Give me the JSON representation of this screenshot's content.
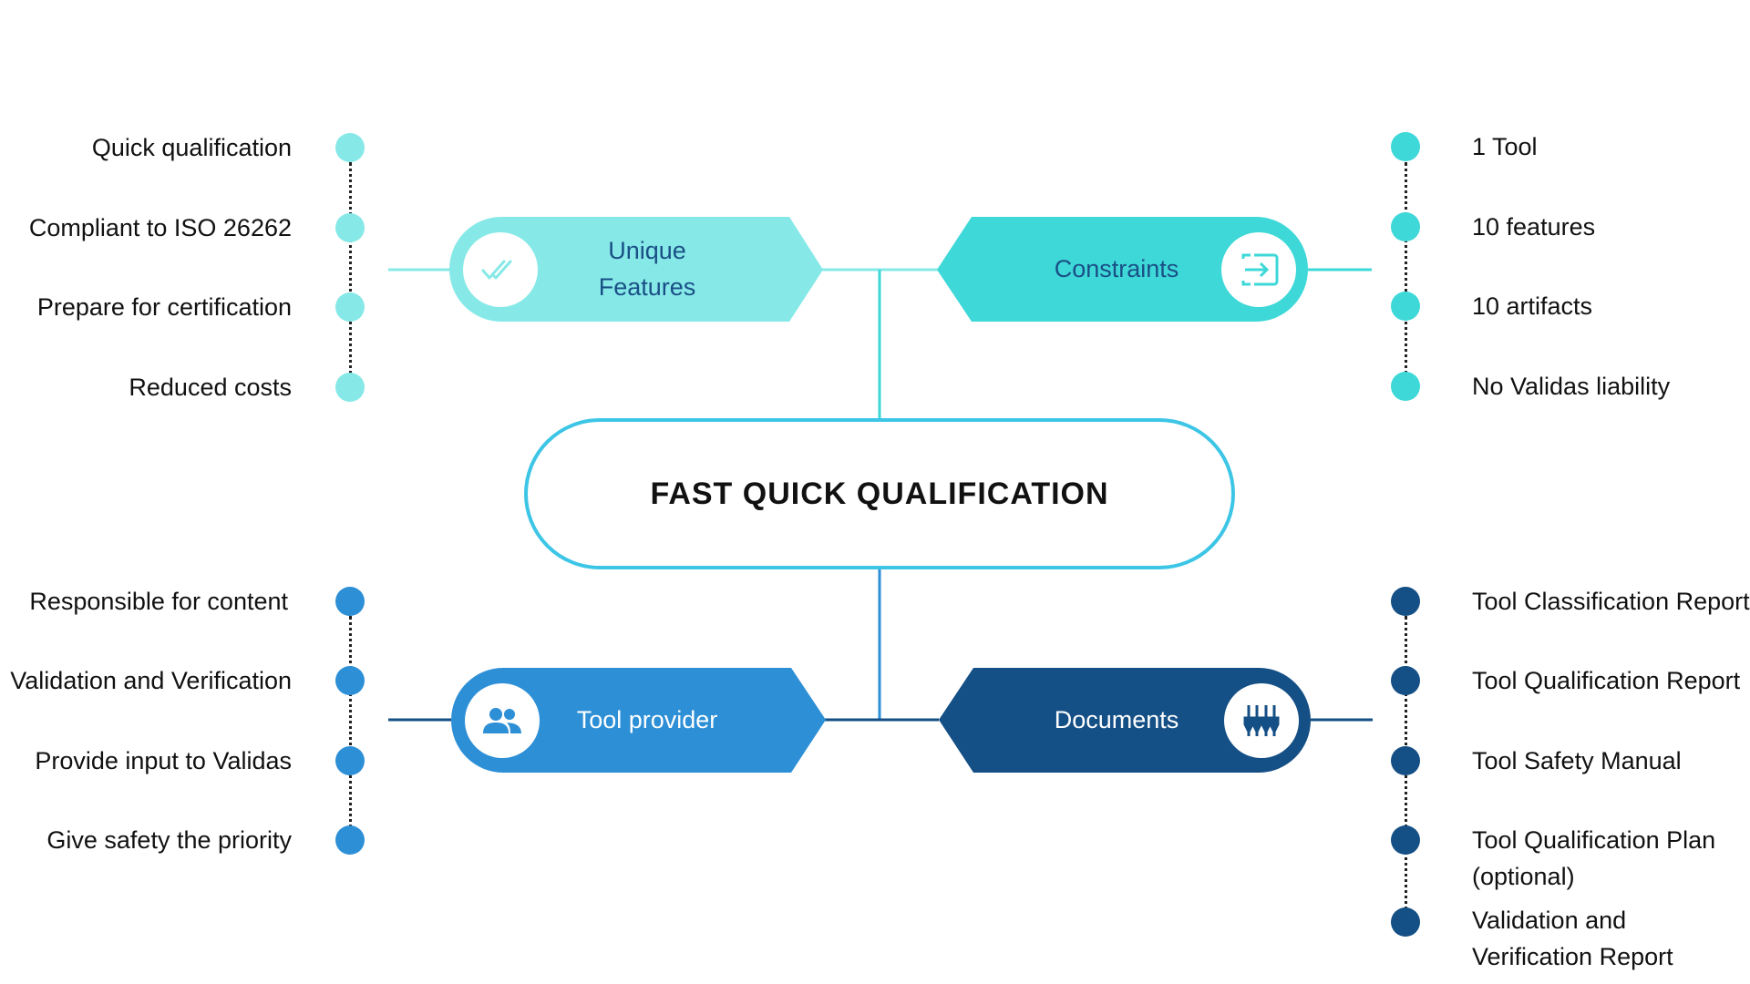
{
  "title": "FAST QUICK QUALIFICATION",
  "colors": {
    "unique": "#86e9e7",
    "constraints": "#3ed8d8",
    "provider": "#2d8fd6",
    "documents": "#144f85",
    "center_border": "#3dc5e6"
  },
  "unique_features": {
    "label_line1": "Unique",
    "label_line2": "Features",
    "icon": "double-check-icon",
    "items": [
      "Quick qualification",
      "Compliant to ISO 26262",
      "Prepare for certification",
      "Reduced costs"
    ]
  },
  "constraints": {
    "label": "Constraints",
    "icon": "sign-in-icon",
    "items": [
      "1 Tool",
      "10 features",
      "10 artifacts",
      "No Validas liability"
    ]
  },
  "tool_provider": {
    "label": "Tool provider",
    "icon": "users-icon",
    "items": [
      "Responsible for content",
      "Validation and Verification",
      "Provide input to Validas",
      "Give safety the priority"
    ]
  },
  "documents": {
    "label": "Documents",
    "icon": "sliders-icon",
    "items": [
      "Tool Classification Report",
      "Tool Qualification Report",
      "Tool Safety Manual",
      "Tool Qualification Plan",
      "(optional)",
      "Validation and",
      "Verification Report"
    ]
  }
}
